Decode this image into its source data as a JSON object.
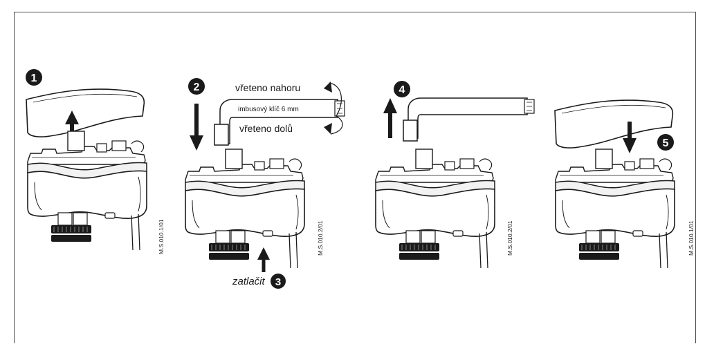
{
  "steps": [
    {
      "number": "1"
    },
    {
      "number": "2"
    },
    {
      "number": "3"
    },
    {
      "number": "4"
    },
    {
      "number": "5"
    }
  ],
  "labels": {
    "spindle_up": "vřeteno nahoru",
    "spindle_down": "vřeteno dolů",
    "hex_key": "imbusový klíč 6 mm",
    "push": "zatlačit"
  },
  "codes": [
    "M.S.010.1/01",
    "M.S.010.2/01",
    "M.S.010.2/01",
    "M.S.010.1/01"
  ],
  "colors": {
    "ink": "#1a1a1a",
    "frame": "#4a4a4a",
    "paper": "#ffffff",
    "shade": "#d9d9d9"
  }
}
